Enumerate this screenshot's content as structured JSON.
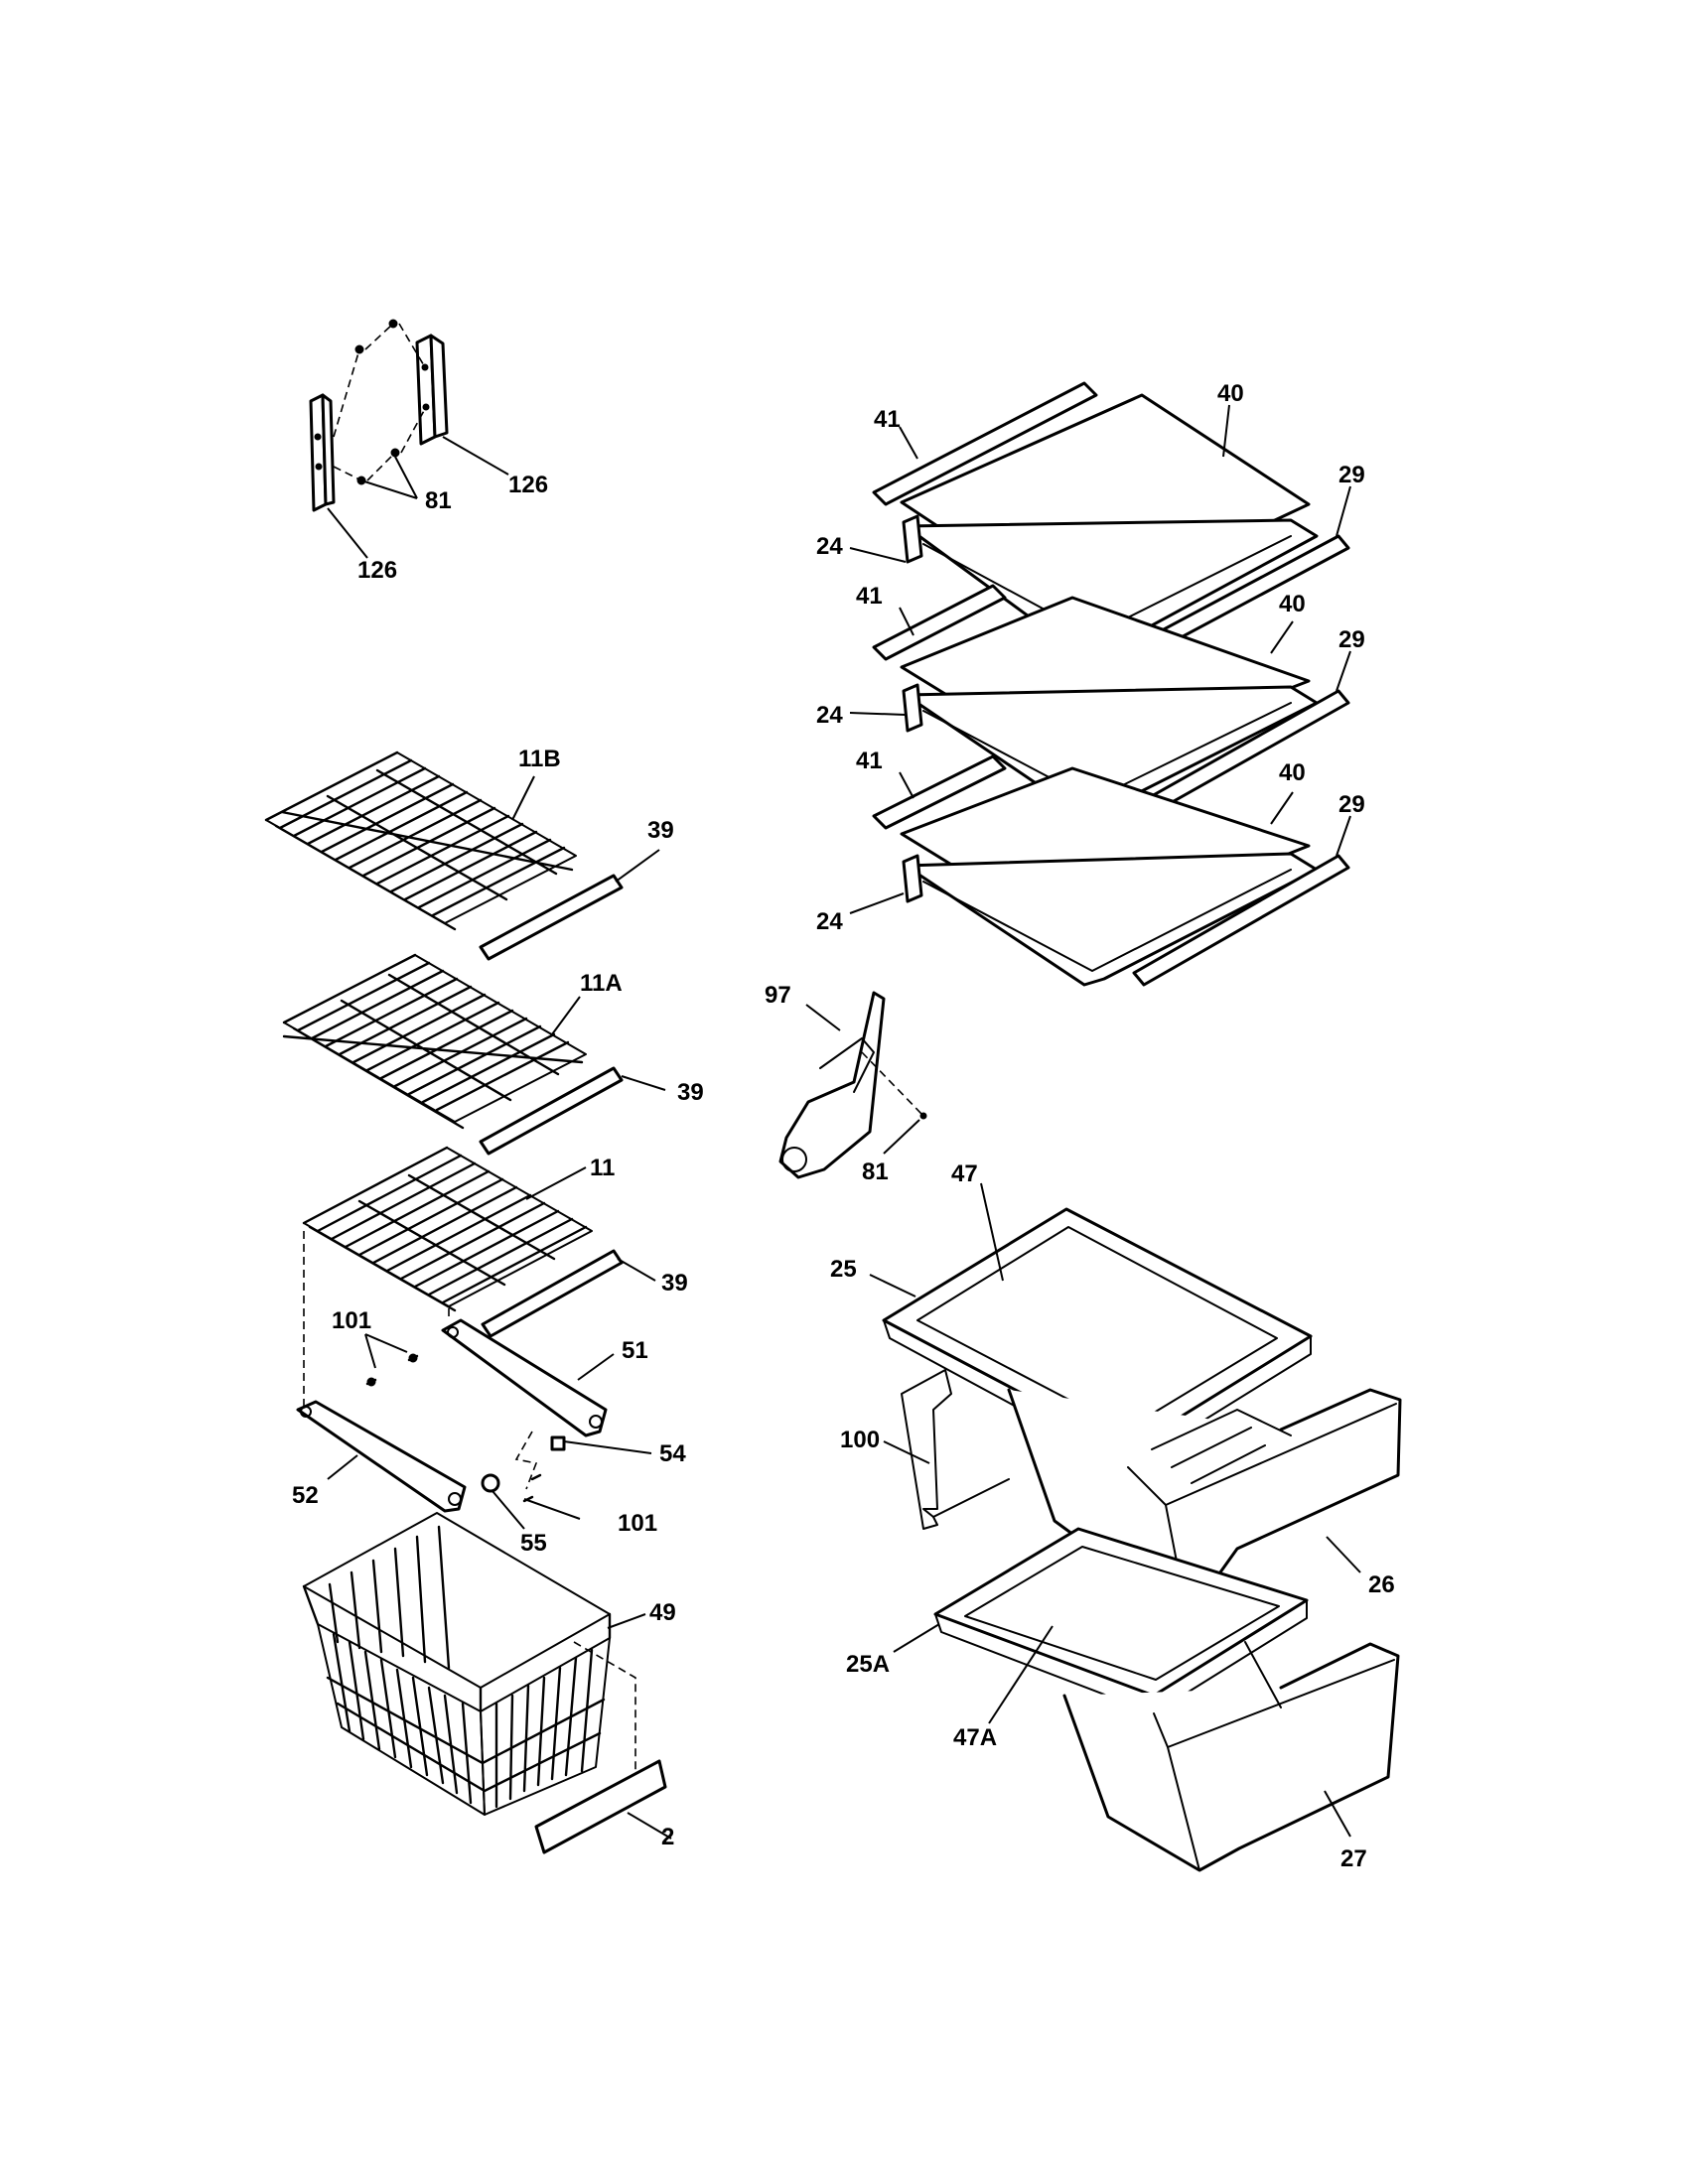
{
  "callouts": {
    "c126a": "126",
    "c126b": "126",
    "c81a": "81",
    "c81b": "81",
    "c41a": "41",
    "c41b": "41",
    "c41c": "41",
    "c40a": "40",
    "c40b": "40",
    "c40c": "40",
    "c29a": "29",
    "c29b": "29",
    "c29c": "29",
    "c24a": "24",
    "c24b": "24",
    "c24c": "24",
    "c11B": "11B",
    "c11A": "11A",
    "c11": "11",
    "c39a": "39",
    "c39b": "39",
    "c39c": "39",
    "c97": "97",
    "c47": "47",
    "c25": "25",
    "c100": "100",
    "c26": "26",
    "c25A": "25A",
    "c47A": "47A",
    "c27": "27",
    "c101a": "101",
    "c101b": "101",
    "c51": "51",
    "c52": "52",
    "c54": "54",
    "c55": "55",
    "c49": "49",
    "c2": "2"
  },
  "colors": {
    "ink": "#000000",
    "paper": "#ffffff"
  }
}
